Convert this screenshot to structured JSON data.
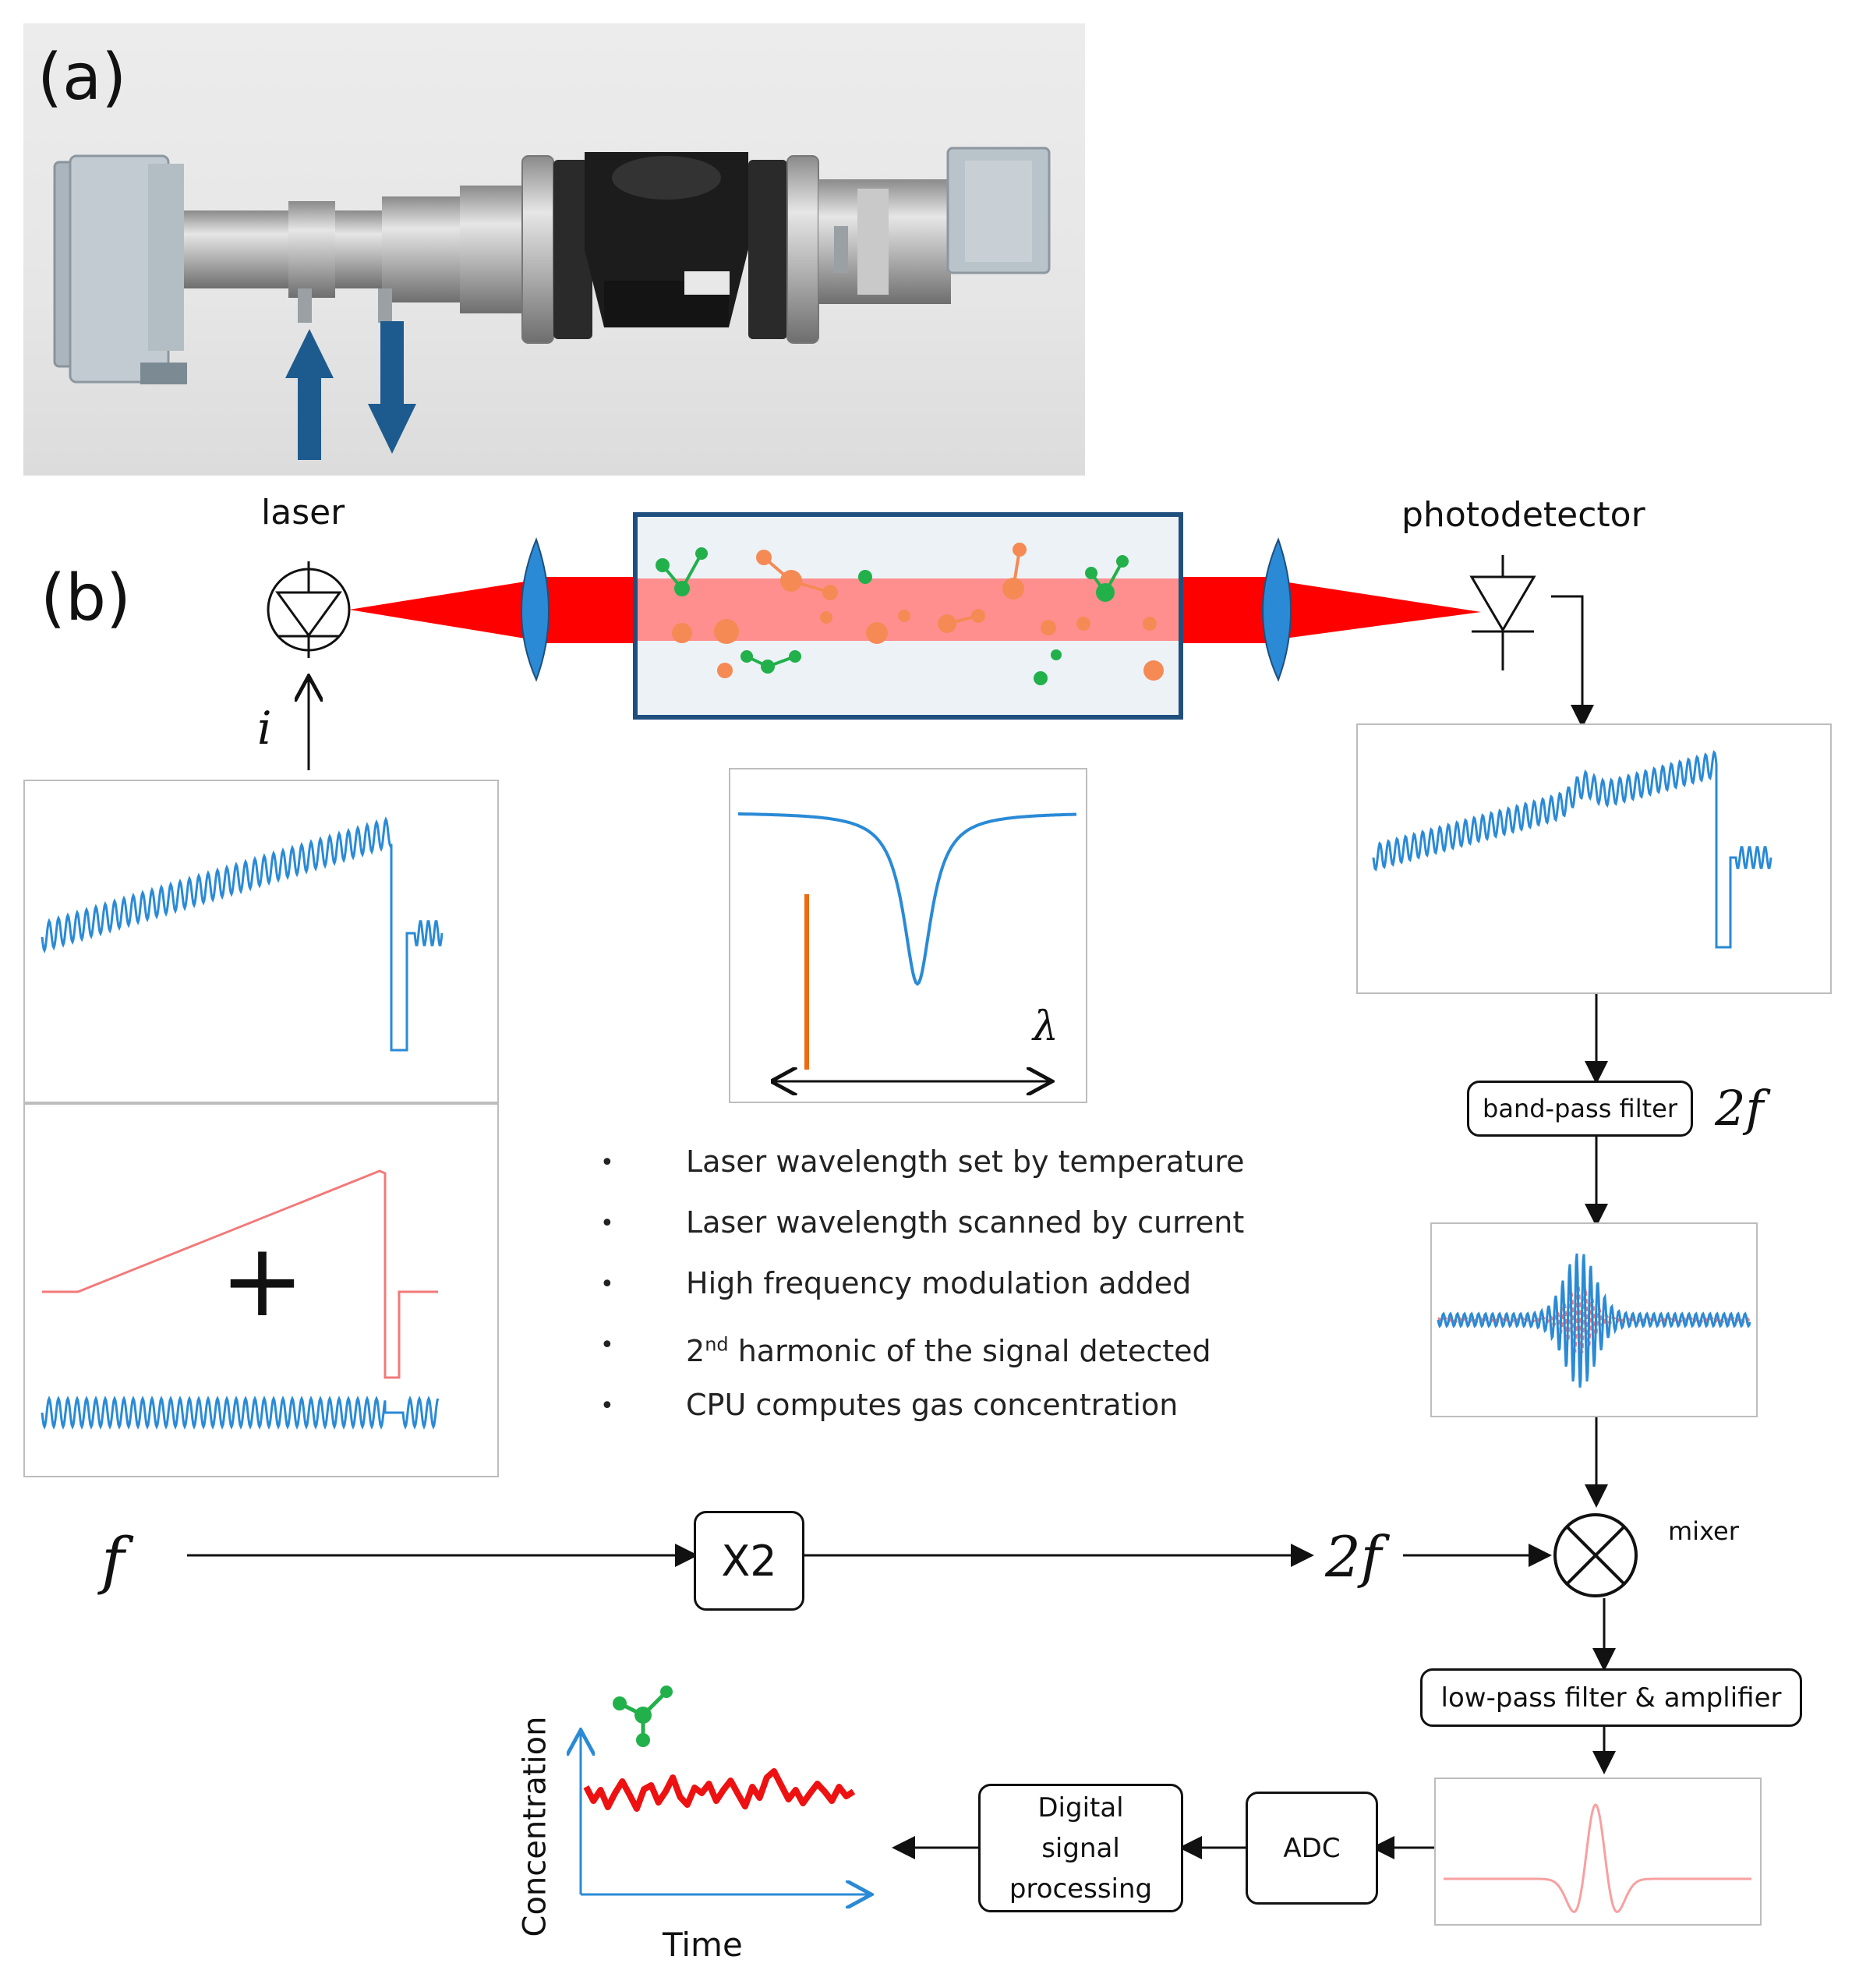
{
  "panels": {
    "a": "(a)",
    "b": "(b)"
  },
  "components": {
    "laser": "laser",
    "photodetector": "photodetector",
    "current_symbol": "i",
    "wavelength_symbol": "λ",
    "plus_symbol": "+"
  },
  "blocks": {
    "band_pass": "band-pass filter",
    "band_pass_freq": "2f",
    "multiplier": "X2",
    "mixer": "mixer",
    "low_pass": "low-pass filter & amplifier",
    "adc": "ADC",
    "dsp": "Digital signal processing"
  },
  "signals": {
    "input_freq": "f",
    "doubled_freq": "2f"
  },
  "bullets": [
    {
      "text": "Laser wavelength set by temperature"
    },
    {
      "text": "Laser wavelength scanned by current"
    },
    {
      "text": "High frequency modulation added"
    },
    {
      "pre": "2",
      "sup": "nd",
      "post": " harmonic of the signal detected"
    },
    {
      "text": "CPU computes gas concentration"
    }
  ],
  "output_plot": {
    "ylabel": "Concentration",
    "xlabel": "Time"
  },
  "colors": {
    "beam": "#ff0000",
    "signal_blue": "#2a8ad6",
    "ramp_red": "#f27a7a",
    "arrow_blue": "#1d5b8f",
    "cell_border": "#1f4f7e",
    "molecule_green": "#22b04b",
    "molecule_orange": "#f58a55",
    "marker_orange": "#ee6a10"
  }
}
